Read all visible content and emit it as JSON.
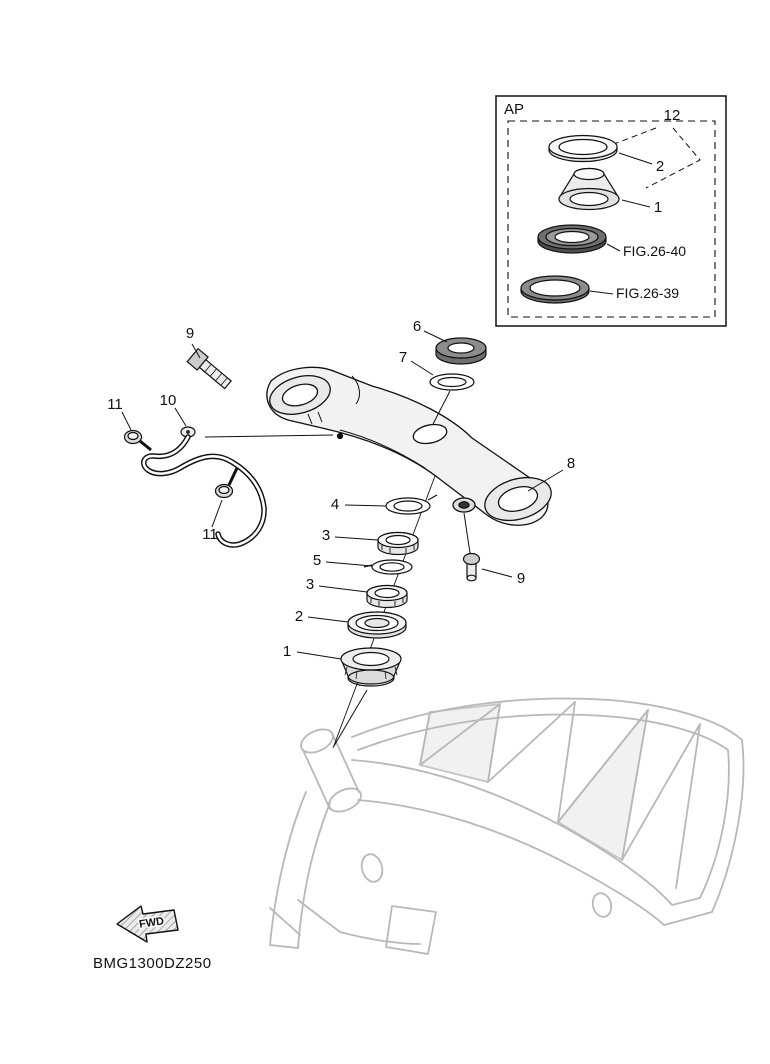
{
  "inset": {
    "label": "AP",
    "callout_12": "12",
    "callout_2": "2",
    "callout_1": "1",
    "fig_ref_top": "FIG.26-40",
    "fig_ref_bottom": "FIG.26-39"
  },
  "main": {
    "callout_9_top": "9",
    "callout_6": "6",
    "callout_7": "7",
    "callout_11_left": "11",
    "callout_10": "10",
    "callout_8": "8",
    "callout_4": "4",
    "callout_3_upper": "3",
    "callout_5": "5",
    "callout_3_lower": "3",
    "callout_2": "2",
    "callout_1": "1",
    "callout_9_bottom": "9",
    "callout_11_bottom": "11"
  },
  "fwd": {
    "label": "FWD"
  },
  "footer": {
    "drawing_code": "BMG1300DZ250"
  },
  "colors": {
    "ink": "#111111",
    "frame_gray": "#b8b8b8",
    "background": "#ffffff"
  }
}
